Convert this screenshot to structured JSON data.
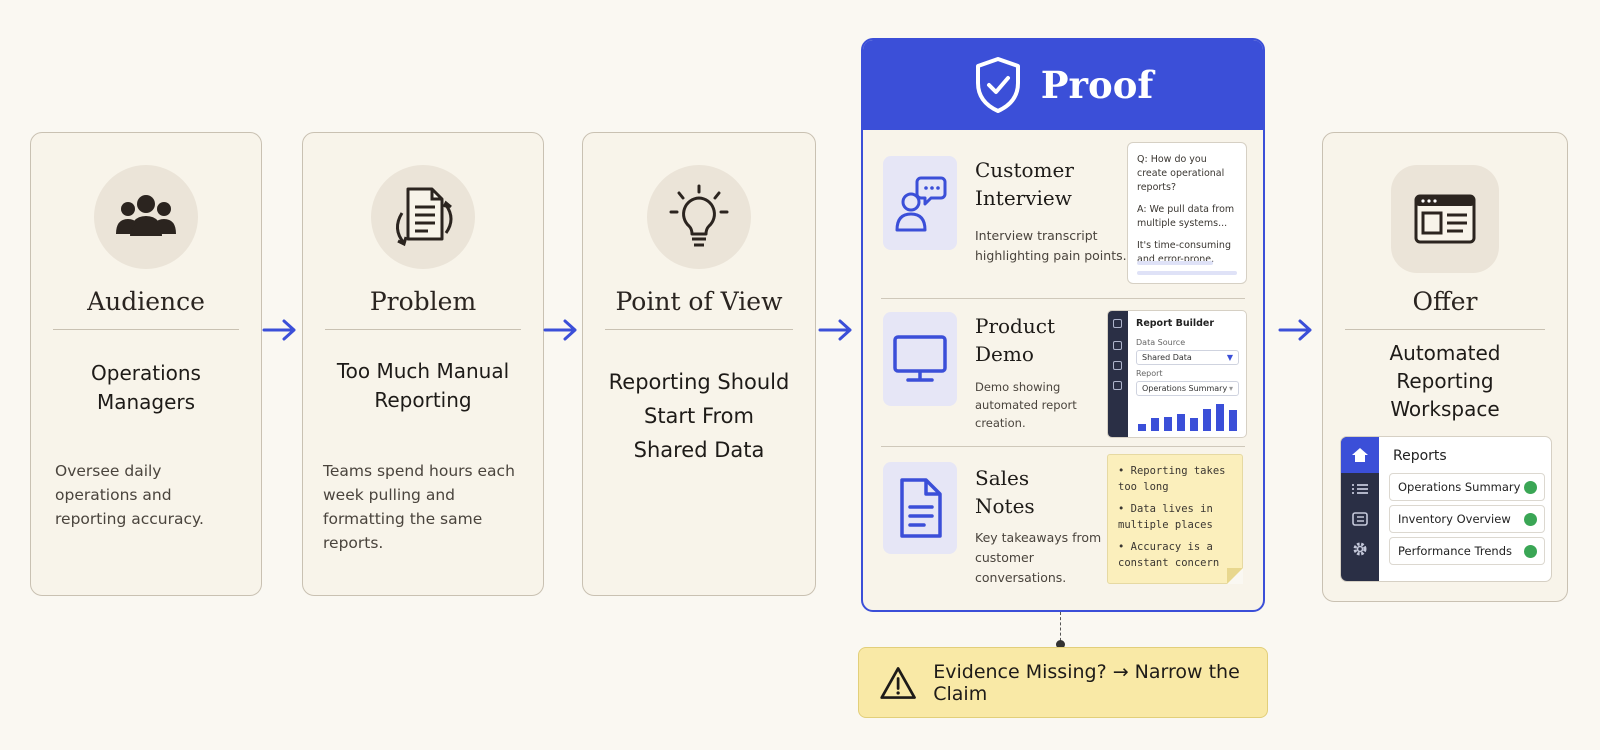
{
  "stages": [
    {
      "title": "Audience",
      "icon": "people-icon",
      "heading": "Operations Managers",
      "body": "Oversee daily operations and reporting accuracy."
    },
    {
      "title": "Problem",
      "icon": "document-cycle-icon",
      "heading": "Too Much Manual Reporting",
      "body": "Teams spend hours each week pulling and formatting the same reports."
    },
    {
      "title": "Point of View",
      "icon": "lightbulb-icon",
      "heading": "Reporting Should Start From Shared Data",
      "body": ""
    },
    {
      "title": "Offer",
      "icon": "browser-window-icon",
      "heading": "Automated Reporting Workspace",
      "body": ""
    }
  ],
  "proof": {
    "title": "Proof",
    "sections": [
      {
        "title": "Customer Interview",
        "desc": "Interview transcript highlighting pain points.",
        "icon": "interview-icon"
      },
      {
        "title": "Product Demo",
        "desc": "Demo showing automated report creation.",
        "icon": "monitor-icon"
      },
      {
        "title": "Sales Notes",
        "desc": "Key takeaways from customer conversations.",
        "icon": "notes-document-icon"
      }
    ],
    "transcript": {
      "q": "Q: How do you create operational reports?",
      "a": "A: We pull data from multiple systems...",
      "c": "It's time-consuming and error-prone."
    },
    "demo": {
      "title": "Report Builder",
      "source_label": "Data Source",
      "source_value": "Shared Data",
      "report_label": "Report",
      "report_value": "Operations Summary",
      "bar_levels": [
        0.25,
        0.45,
        0.5,
        0.6,
        0.45,
        0.8,
        0.95,
        0.75
      ]
    },
    "sticky": [
      "• Reporting takes too long",
      "• Data lives in multiple places",
      "• Accuracy is a constant concern"
    ]
  },
  "warning": {
    "text": "Evidence Missing? → Narrow the Claim",
    "icon": "warning-triangle-icon"
  },
  "offer_panel": {
    "title": "Reports",
    "rows": [
      "Operations Summary",
      "Inventory Overview",
      "Performance Trends"
    ]
  },
  "colors": {
    "accent": "#3b4fd8",
    "card_bg": "#f8f4ea",
    "warning_bg": "#f9e9a6",
    "check": "#3aa655"
  }
}
